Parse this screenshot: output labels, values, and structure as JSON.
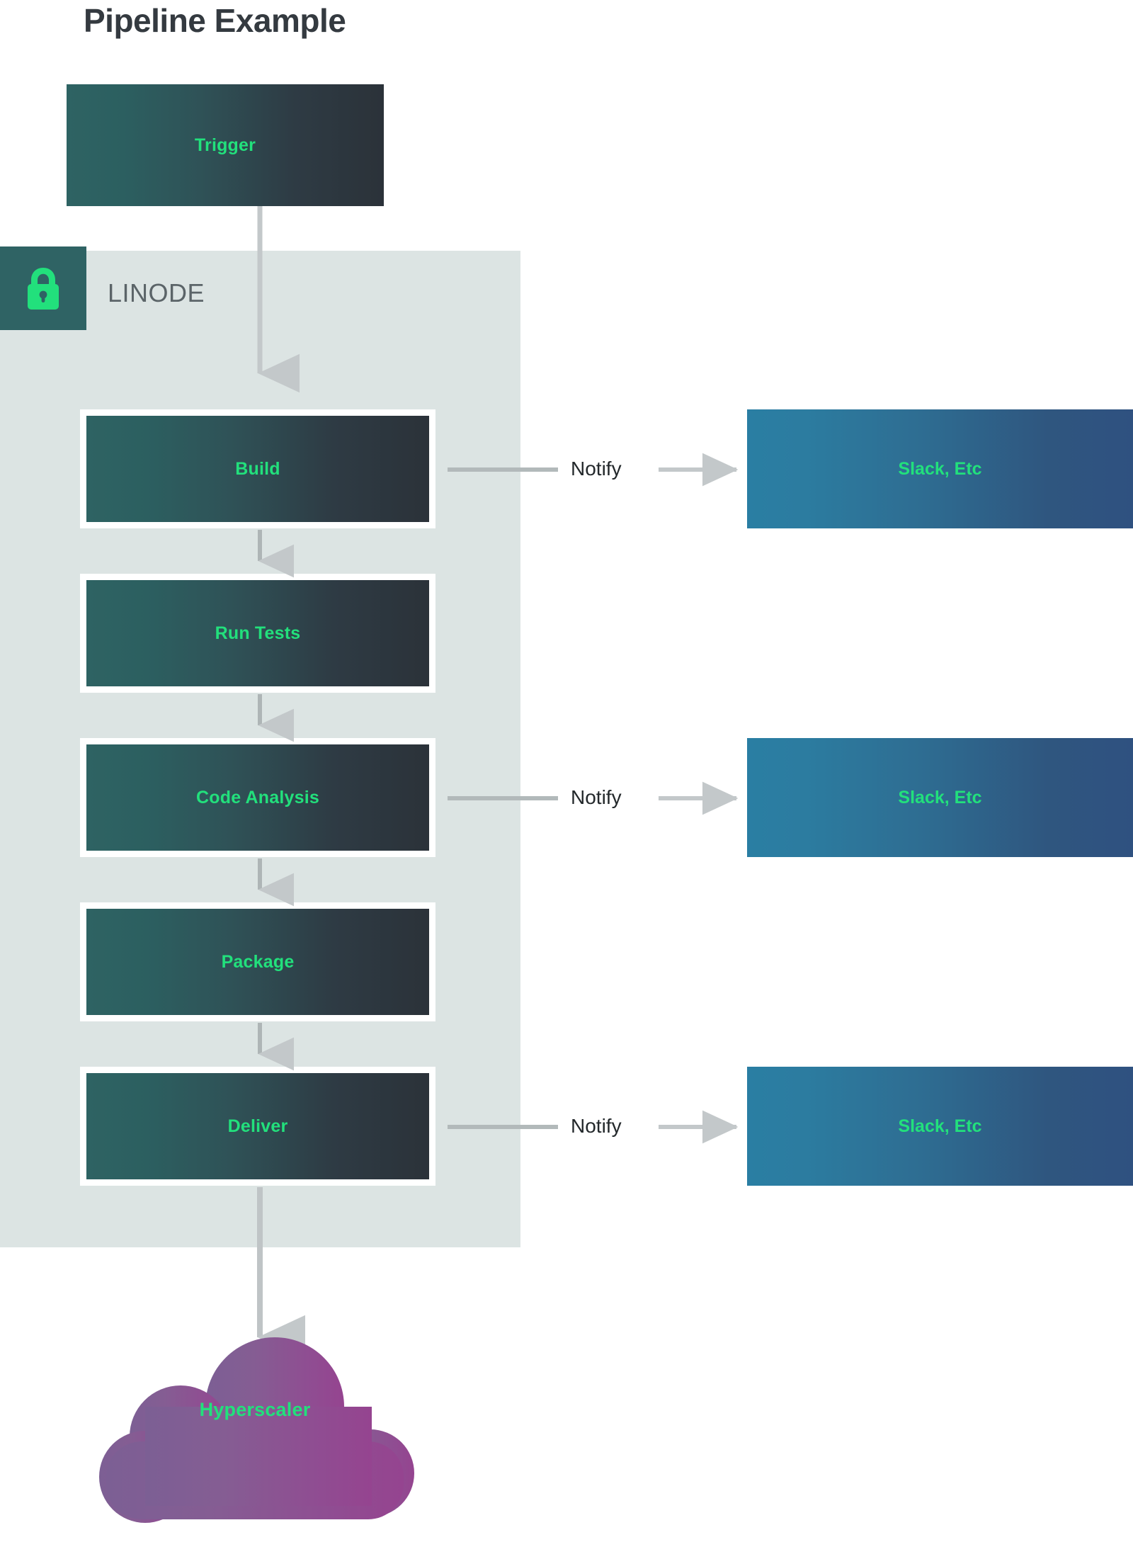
{
  "title": "Pipeline Example",
  "zone": {
    "label": "LINODE",
    "icon": "lock-icon"
  },
  "trigger": {
    "label": "Trigger"
  },
  "stages": [
    {
      "label": "Build"
    },
    {
      "label": "Run Tests"
    },
    {
      "label": "Code Analysis"
    },
    {
      "label": "Package"
    },
    {
      "label": "Deliver"
    }
  ],
  "notifications": [
    {
      "edge_label": "Notify",
      "target_label": "Slack, Etc"
    },
    {
      "edge_label": "Notify",
      "target_label": "Slack, Etc"
    },
    {
      "edge_label": "Notify",
      "target_label": "Slack, Etc"
    }
  ],
  "cloud": {
    "label": "Hyperscaler"
  },
  "colors": {
    "title_text": "#343a40",
    "zone_background": "#dce4e3",
    "zone_badge": "#2f6364",
    "stage_gradient_start": "#2e6363",
    "stage_gradient_end": "#2b3239",
    "accent_green": "#22e07c",
    "notify_box_gradient_start": "#2a7ea3",
    "notify_box_gradient_end": "#2f5180",
    "cloud_gradient_start": "#7c5f94",
    "cloud_gradient_end": "#94408f",
    "connector_gray": "#b9bfc1",
    "zone_label_text": "#5b6468",
    "notify_label_text": "#23282b"
  },
  "chart_data": {
    "type": "diagram",
    "title": "Pipeline Example",
    "nodes": [
      {
        "id": "trigger",
        "label": "Trigger",
        "kind": "box",
        "zone": null
      },
      {
        "id": "build",
        "label": "Build",
        "kind": "box",
        "zone": "LINODE"
      },
      {
        "id": "run-tests",
        "label": "Run Tests",
        "kind": "box",
        "zone": "LINODE"
      },
      {
        "id": "code-analysis",
        "label": "Code Analysis",
        "kind": "box",
        "zone": "LINODE"
      },
      {
        "id": "package",
        "label": "Package",
        "kind": "box",
        "zone": "LINODE"
      },
      {
        "id": "deliver",
        "label": "Deliver",
        "kind": "box",
        "zone": "LINODE"
      },
      {
        "id": "slack-1",
        "label": "Slack, Etc",
        "kind": "box",
        "zone": null
      },
      {
        "id": "slack-2",
        "label": "Slack, Etc",
        "kind": "box",
        "zone": null
      },
      {
        "id": "slack-3",
        "label": "Slack, Etc",
        "kind": "box",
        "zone": null
      },
      {
        "id": "hyperscaler",
        "label": "Hyperscaler",
        "kind": "cloud",
        "zone": null
      }
    ],
    "edges": [
      {
        "from": "trigger",
        "to": "build",
        "label": ""
      },
      {
        "from": "build",
        "to": "run-tests",
        "label": ""
      },
      {
        "from": "run-tests",
        "to": "code-analysis",
        "label": ""
      },
      {
        "from": "code-analysis",
        "to": "package",
        "label": ""
      },
      {
        "from": "package",
        "to": "deliver",
        "label": ""
      },
      {
        "from": "deliver",
        "to": "hyperscaler",
        "label": ""
      },
      {
        "from": "build",
        "to": "slack-1",
        "label": "Notify"
      },
      {
        "from": "code-analysis",
        "to": "slack-2",
        "label": "Notify"
      },
      {
        "from": "deliver",
        "to": "slack-3",
        "label": "Notify"
      }
    ]
  }
}
